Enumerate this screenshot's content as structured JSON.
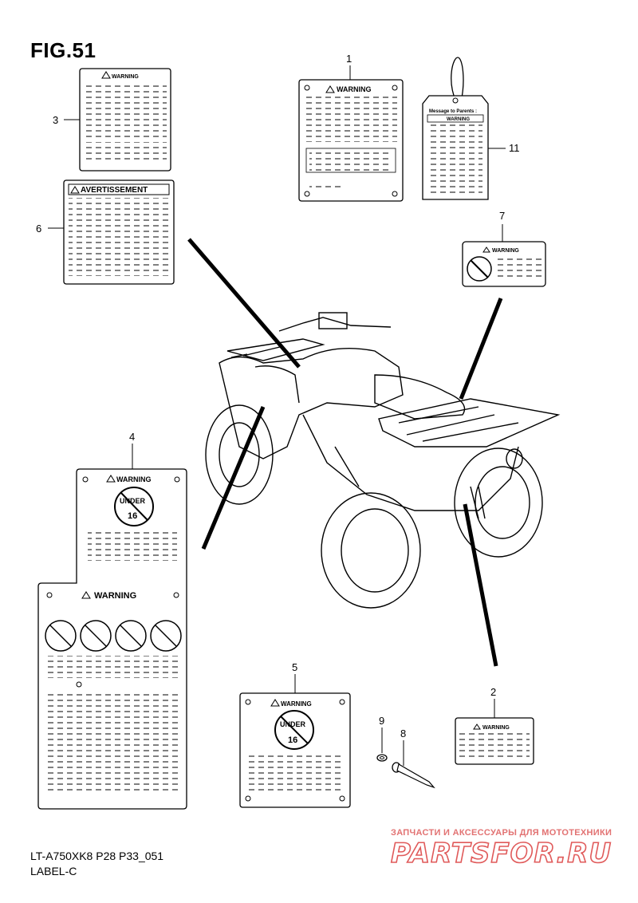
{
  "figure": {
    "title": "FIG.51",
    "model_code": "LT-A750XK8 P28 P33_051",
    "group": "LABEL-C"
  },
  "callouts": [
    {
      "id": "1",
      "label": "1"
    },
    {
      "id": "2",
      "label": "2"
    },
    {
      "id": "3",
      "label": "3"
    },
    {
      "id": "4",
      "label": "4"
    },
    {
      "id": "5",
      "label": "5"
    },
    {
      "id": "6",
      "label": "6"
    },
    {
      "id": "7",
      "label": "7"
    },
    {
      "id": "8",
      "label": "8"
    },
    {
      "id": "9",
      "label": "9"
    },
    {
      "id": "11",
      "label": "11"
    }
  ],
  "labels": {
    "warning_word": "WARNING",
    "avertissement_word": "AVERTISSEMENT",
    "parents_tag_heading": "Message to Parents :",
    "under_age_top": "UNDER",
    "under_age_number": "16"
  },
  "watermark": {
    "line1": "ЗАПЧАСТИ И АКСЕССУАРЫ ДЛЯ МОТОТЕХНИКИ",
    "line2": "PARTSFOR.RU"
  }
}
